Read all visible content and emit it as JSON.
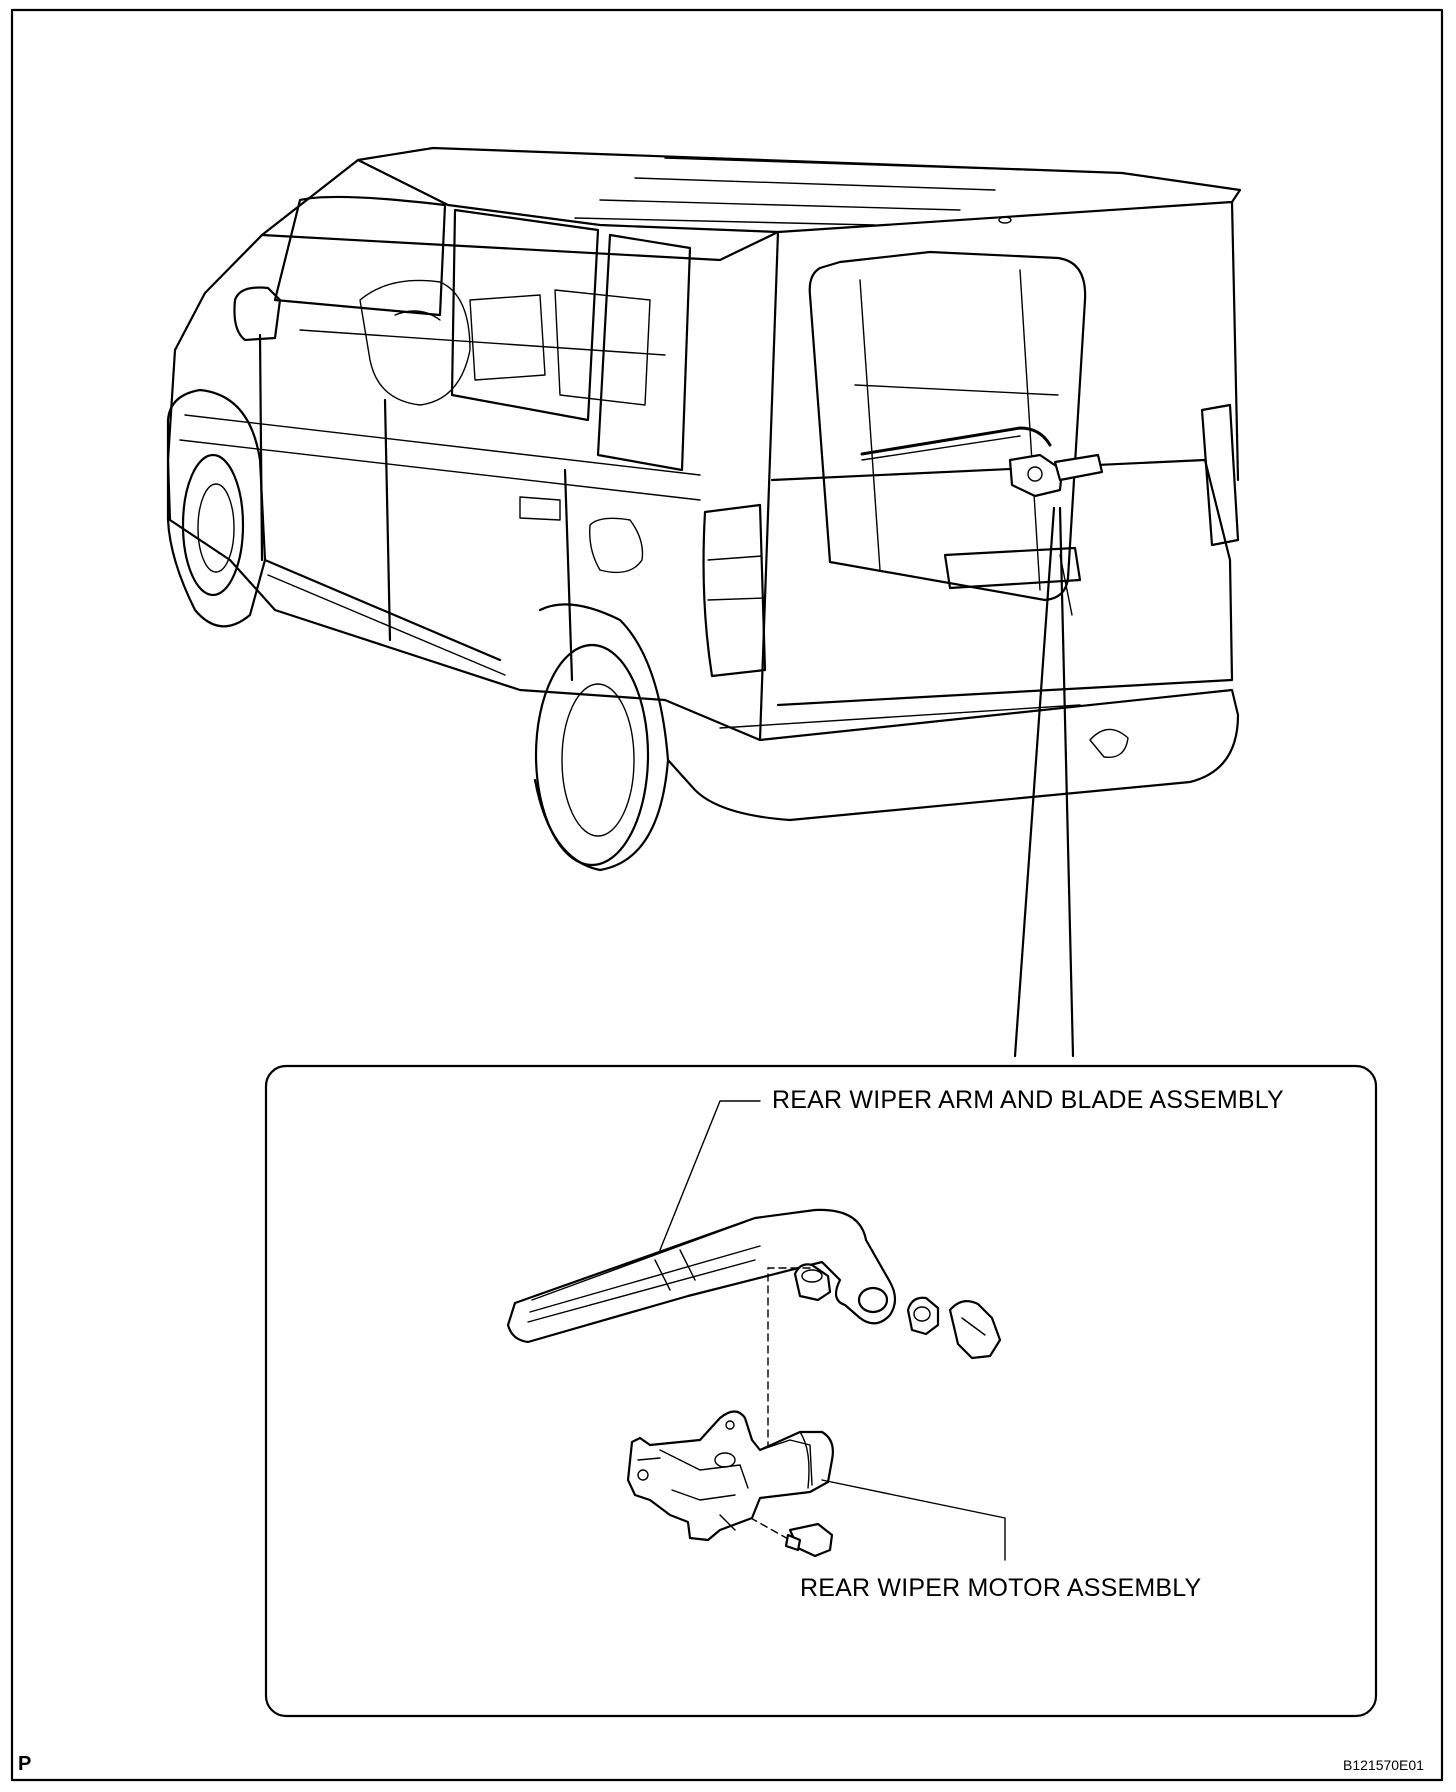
{
  "labels": {
    "arm_blade": "REAR WIPER ARM AND BLADE ASSEMBLY",
    "motor": "REAR WIPER MOTOR ASSEMBLY"
  },
  "corner_mark": "P",
  "figure_code": "B121570E01",
  "colors": {
    "line": "#000000",
    "background": "#ffffff"
  }
}
